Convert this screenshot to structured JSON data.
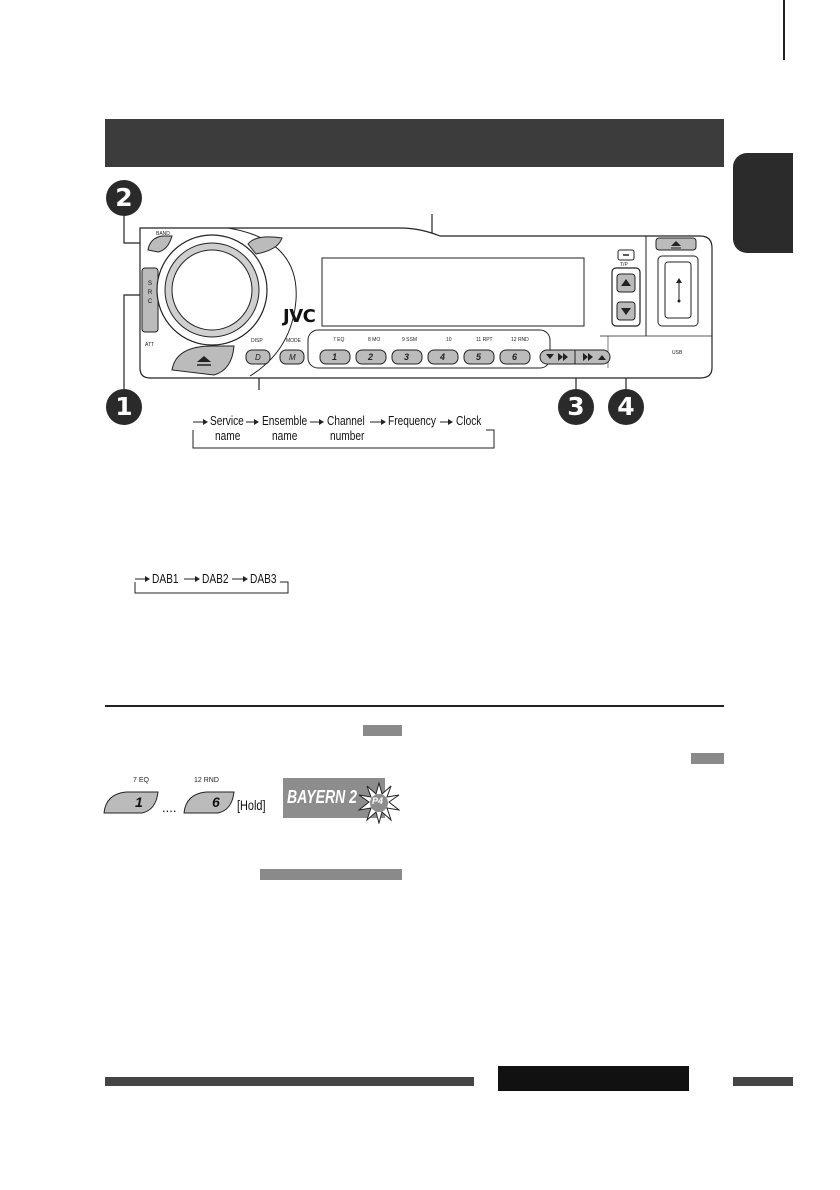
{
  "header_bar": {
    "color": "#3c3c3c"
  },
  "side_tab": {
    "color": "#2b2b2b"
  },
  "callouts": {
    "one": "1",
    "two": "2",
    "three": "3",
    "four": "4"
  },
  "unit": {
    "brand": "JVC",
    "band_label": "BAND",
    "src_label": [
      "S",
      "R",
      "C"
    ],
    "att_label": "ATT",
    "disp_label": "DISP",
    "mode_label": "MODE",
    "d_button": "D",
    "m_button": "M",
    "tp_label": "T/P",
    "usb_label": "USB",
    "preset_sub_labels": [
      "7  EQ",
      "8  MO",
      "9  SSM",
      "10",
      "11  RPT",
      "12  RND"
    ],
    "preset_buttons": [
      "1",
      "2",
      "3",
      "4",
      "5",
      "6"
    ]
  },
  "display_flow": {
    "items": [
      {
        "line1": "Service",
        "line2": "name"
      },
      {
        "line1": "Ensemble",
        "line2": "name"
      },
      {
        "line1": "Channel",
        "line2": "number"
      },
      {
        "line1": "Frequency",
        "line2": ""
      },
      {
        "line1": "Clock",
        "line2": ""
      }
    ]
  },
  "band_flow": {
    "items": [
      "DAB1",
      "DAB2",
      "DAB3"
    ]
  },
  "preset_example": {
    "btn1_sub": "7  EQ",
    "btn1": "1",
    "dots": "....",
    "btn6_sub": "12  RND",
    "btn6": "6",
    "hold": "[Hold]",
    "station": "BAYERN 2",
    "preset_badge": "P4"
  }
}
